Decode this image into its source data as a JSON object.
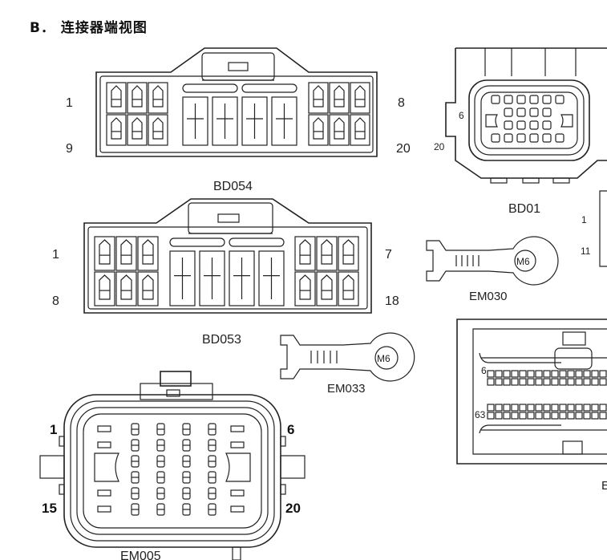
{
  "title": "B． 连接器端视图",
  "connectors": {
    "bd054": {
      "label": "BD054",
      "pin_tl": "1",
      "pin_bl": "9",
      "pin_tr": "8",
      "pin_br": "20"
    },
    "bd053": {
      "label": "BD053",
      "pin_tl": "1",
      "pin_bl": "8",
      "pin_tr": "7",
      "pin_br": "18"
    },
    "bd01": {
      "label": "BD01",
      "pin_tl": "6",
      "pin_bl": "20"
    },
    "em030": {
      "label": "EM030",
      "stud": "M6"
    },
    "em033": {
      "label": "EM033",
      "stud": "M6"
    },
    "em005": {
      "label": "EM005",
      "pin_tl": "1",
      "pin_tr": "6",
      "pin_bl": "15",
      "pin_br": "20"
    },
    "partial_right": {
      "pin_a": "1",
      "pin_b": "11"
    },
    "ecu": {
      "pin_a": "6",
      "pin_b": "63",
      "edge_letter": "E"
    }
  }
}
